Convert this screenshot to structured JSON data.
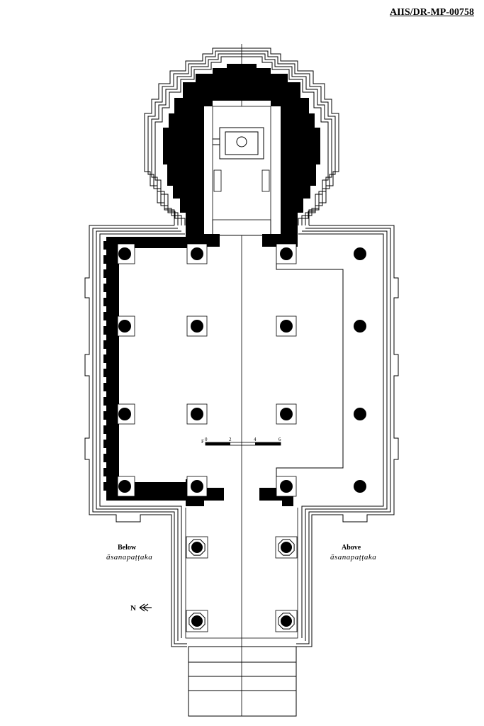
{
  "reference_id": "AIIS/DR-MP-00758",
  "labels": {
    "below_line1": "Below",
    "below_line2": "āsanapaṭṭaka",
    "above_line1": "Above",
    "above_line2": "āsanapaṭṭaka",
    "north": "N"
  },
  "scale": {
    "prefix": "F",
    "ticks": [
      "0",
      "2",
      "4",
      "6"
    ]
  },
  "colors": {
    "ink": "#000000",
    "paper": "#ffffff"
  }
}
